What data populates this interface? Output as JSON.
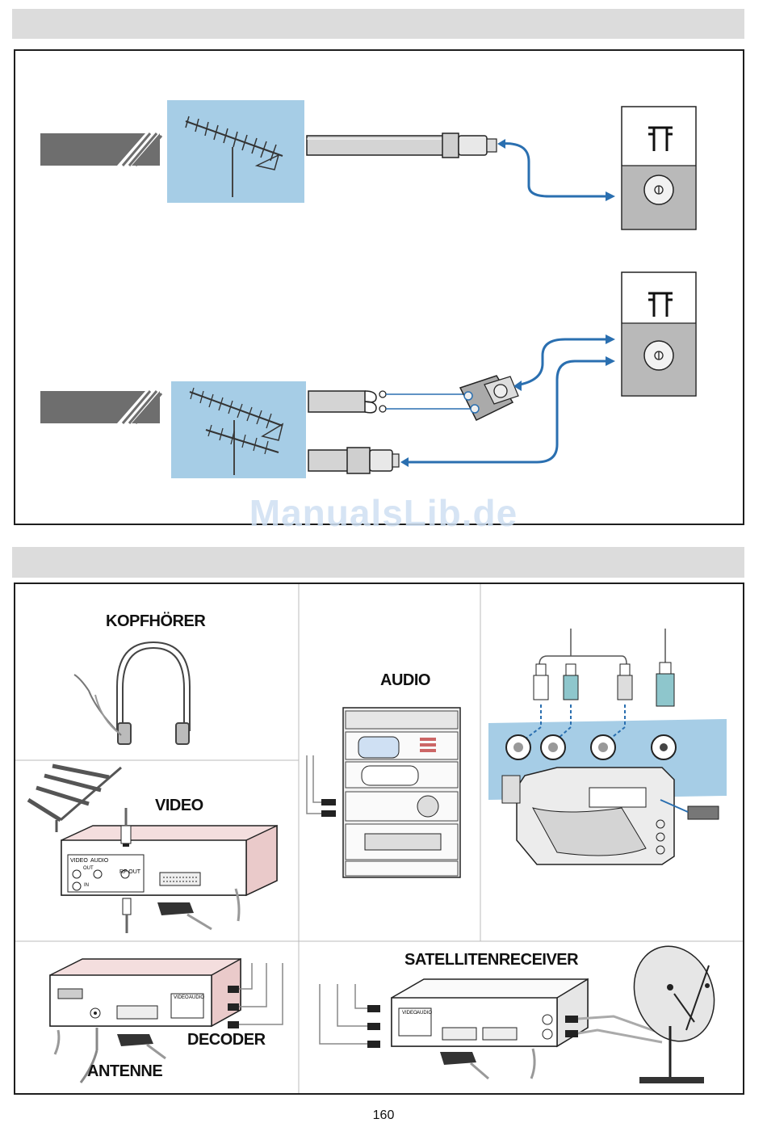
{
  "watermark": "ManualsLib.de",
  "page_number": "160",
  "labels": {
    "headphones": "KOPFHÖRER",
    "audio": "AUDIO",
    "video": "VIDEO",
    "satellite": "SATELLITENRECEIVER",
    "decoder": "DECODER",
    "antenna": "ANTENNE"
  },
  "device_text": {
    "video_jack": "VIDEO",
    "audio_jack": "AUDIO",
    "out": "OUT",
    "in": "IN",
    "rf_out": "RF OUT"
  },
  "colors": {
    "band": "#dcdcdc",
    "antenna_bg": "#a6cde6",
    "cable_blue": "#2a6fb0",
    "panel_grey": "#b9b9b9",
    "stripe_grey": "#6e6e6e",
    "camera_bg": "#a6cde6",
    "device_pink": "#f4dede"
  },
  "icons": [
    "antenna-icon",
    "wall-socket-icon",
    "cable-plug-icon",
    "splitter-icon",
    "headphones-icon",
    "stereo-system-icon",
    "camcorder-icon",
    "vcr-icon",
    "scart-plug-icon",
    "satellite-dish-icon",
    "rca-plug-icon"
  ]
}
